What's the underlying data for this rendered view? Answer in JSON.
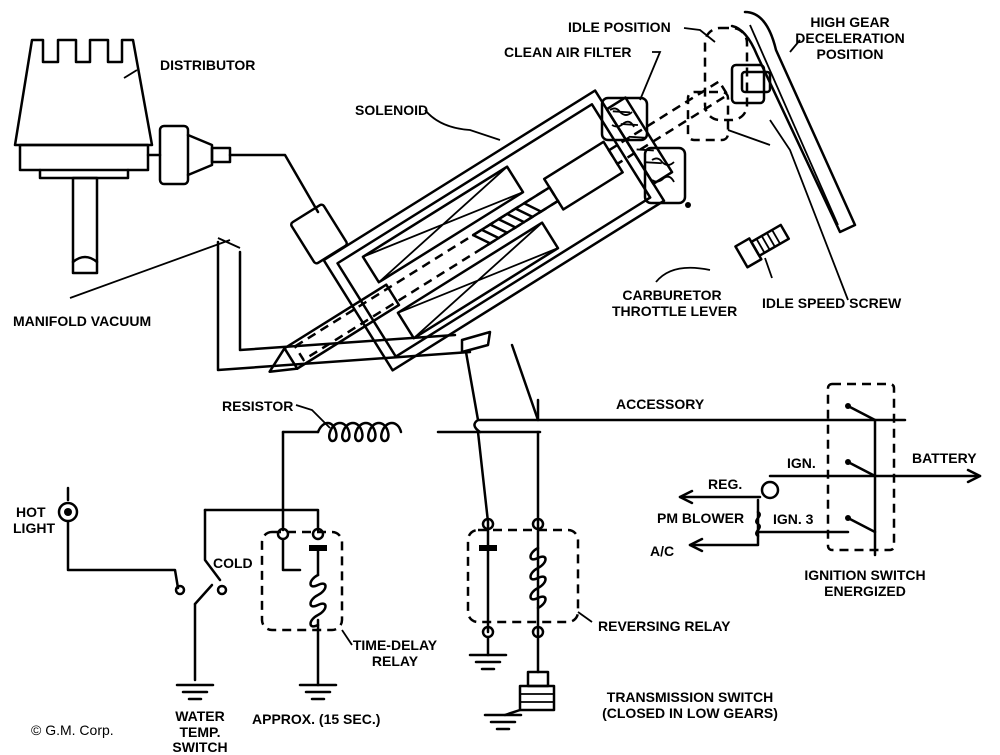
{
  "labels": {
    "distributor": "DISTRIBUTOR",
    "solenoid": "SOLENOID",
    "clean_air_filter": "CLEAN AIR FILTER",
    "idle_position": "IDLE POSITION",
    "high_gear": "HIGH GEAR",
    "deceleration": "DECELERATION",
    "position": "POSITION",
    "manifold_vacuum": "MANIFOLD VACUUM",
    "carburetor": "CARBURETOR",
    "throttle_lever": "THROTTLE LEVER",
    "idle_speed_screw": "IDLE SPEED SCREW",
    "resistor": "RESISTOR",
    "accessory": "ACCESSORY",
    "battery": "BATTERY",
    "ign": "IGN.",
    "reg": "REG.",
    "pm_blower": "PM BLOWER",
    "ign3": "IGN. 3",
    "ac": "A/C",
    "ignition_switch": "IGNITION SWITCH",
    "energized": "ENERGIZED",
    "hot": "HOT",
    "light": "LIGHT",
    "cold": "COLD",
    "time_delay": "TIME-DELAY",
    "relay": "RELAY",
    "reversing_relay": "REVERSING RELAY",
    "transmission_switch": "TRANSMISSION SWITCH",
    "closed_low_gears": "(CLOSED IN LOW GEARS)",
    "approx": "APPROX. (15 SEC.)",
    "water": "WATER",
    "temp": "TEMP.",
    "switch": "SWITCH",
    "copyright": "© G.M. Corp."
  }
}
